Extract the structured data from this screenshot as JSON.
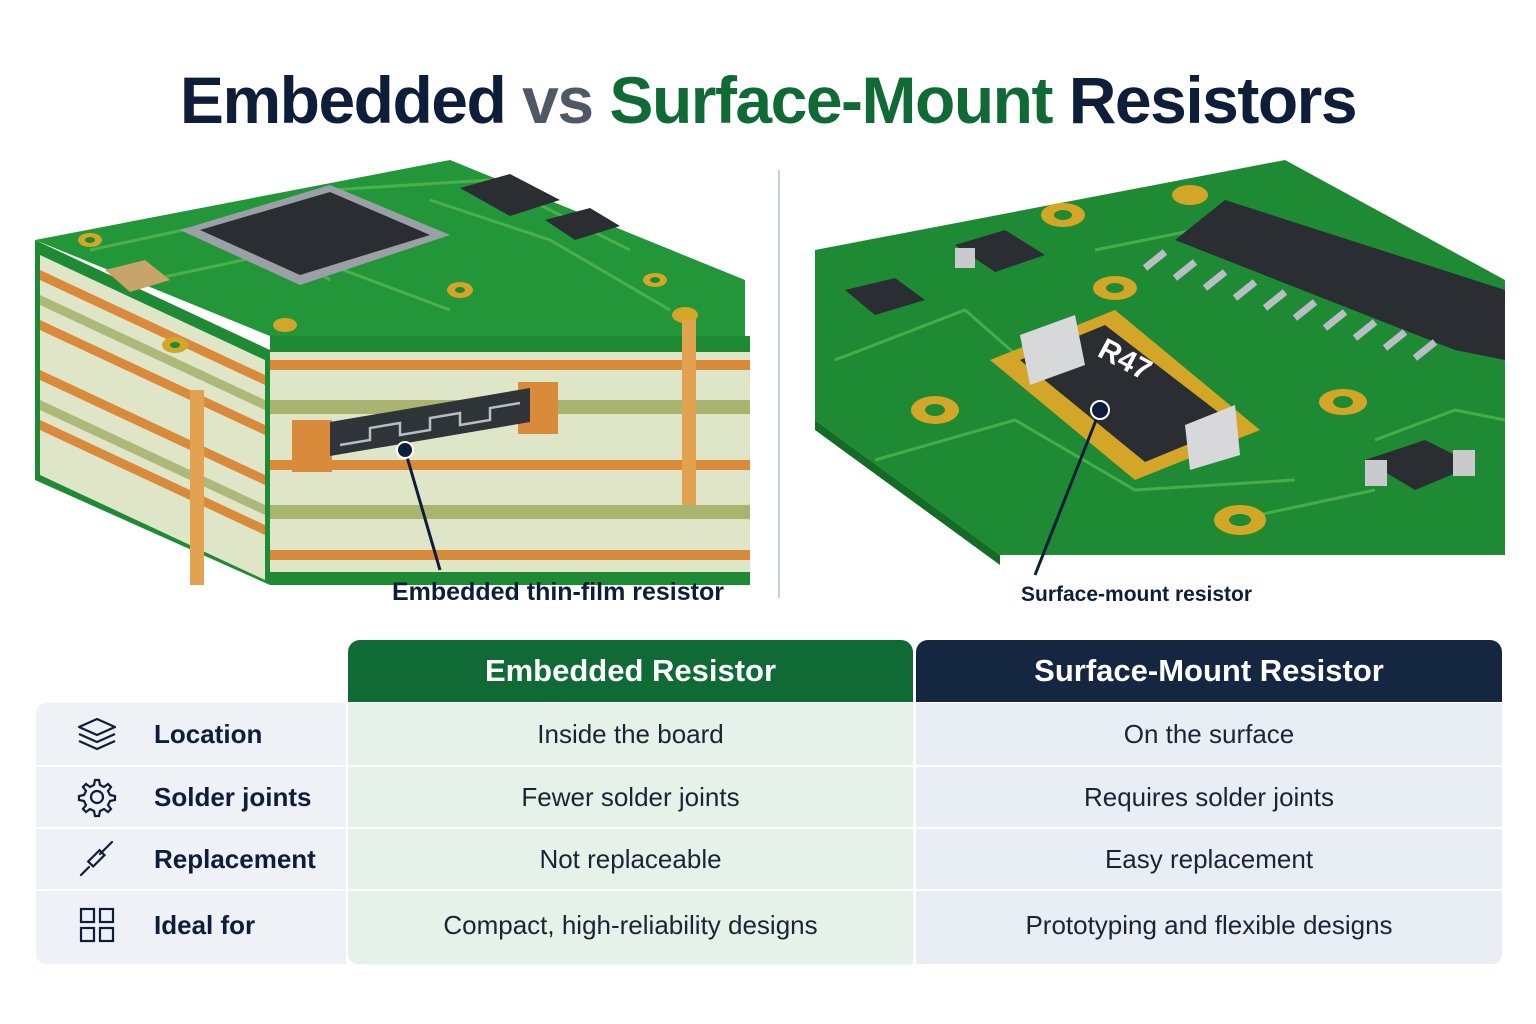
{
  "title": {
    "part1": "Embedded",
    "part2": "vs",
    "part3": "Surface-Mount",
    "part4": "Resistors"
  },
  "illustrations": {
    "left_caption": "Embedded thin-film resistor",
    "right_caption": "Surface-mount resistor",
    "resistor_marking": "R47"
  },
  "table": {
    "headers": {
      "embedded": "Embedded Resistor",
      "smt": "Surface-Mount Resistor"
    },
    "rows": [
      {
        "icon": "layers-icon",
        "label": "Location",
        "embedded": "Inside the board",
        "smt": "On the surface"
      },
      {
        "icon": "gear-icon",
        "label": "Solder joints",
        "embedded": "Fewer solder joints",
        "smt": "Requires solder joints"
      },
      {
        "icon": "soldering-iron-icon",
        "label": "Replacement",
        "embedded": "Not replaceable",
        "smt": "Easy replacement"
      },
      {
        "icon": "grid-icon",
        "label": "Ideal for",
        "embedded": "Compact, high-reliability designs",
        "smt": "Prototyping and flexible designs"
      }
    ]
  },
  "colors": {
    "navy": "#0e1d3a",
    "green": "#0f6a35",
    "pcb_green": "#1f8a34",
    "copper": "#d98a3a"
  }
}
